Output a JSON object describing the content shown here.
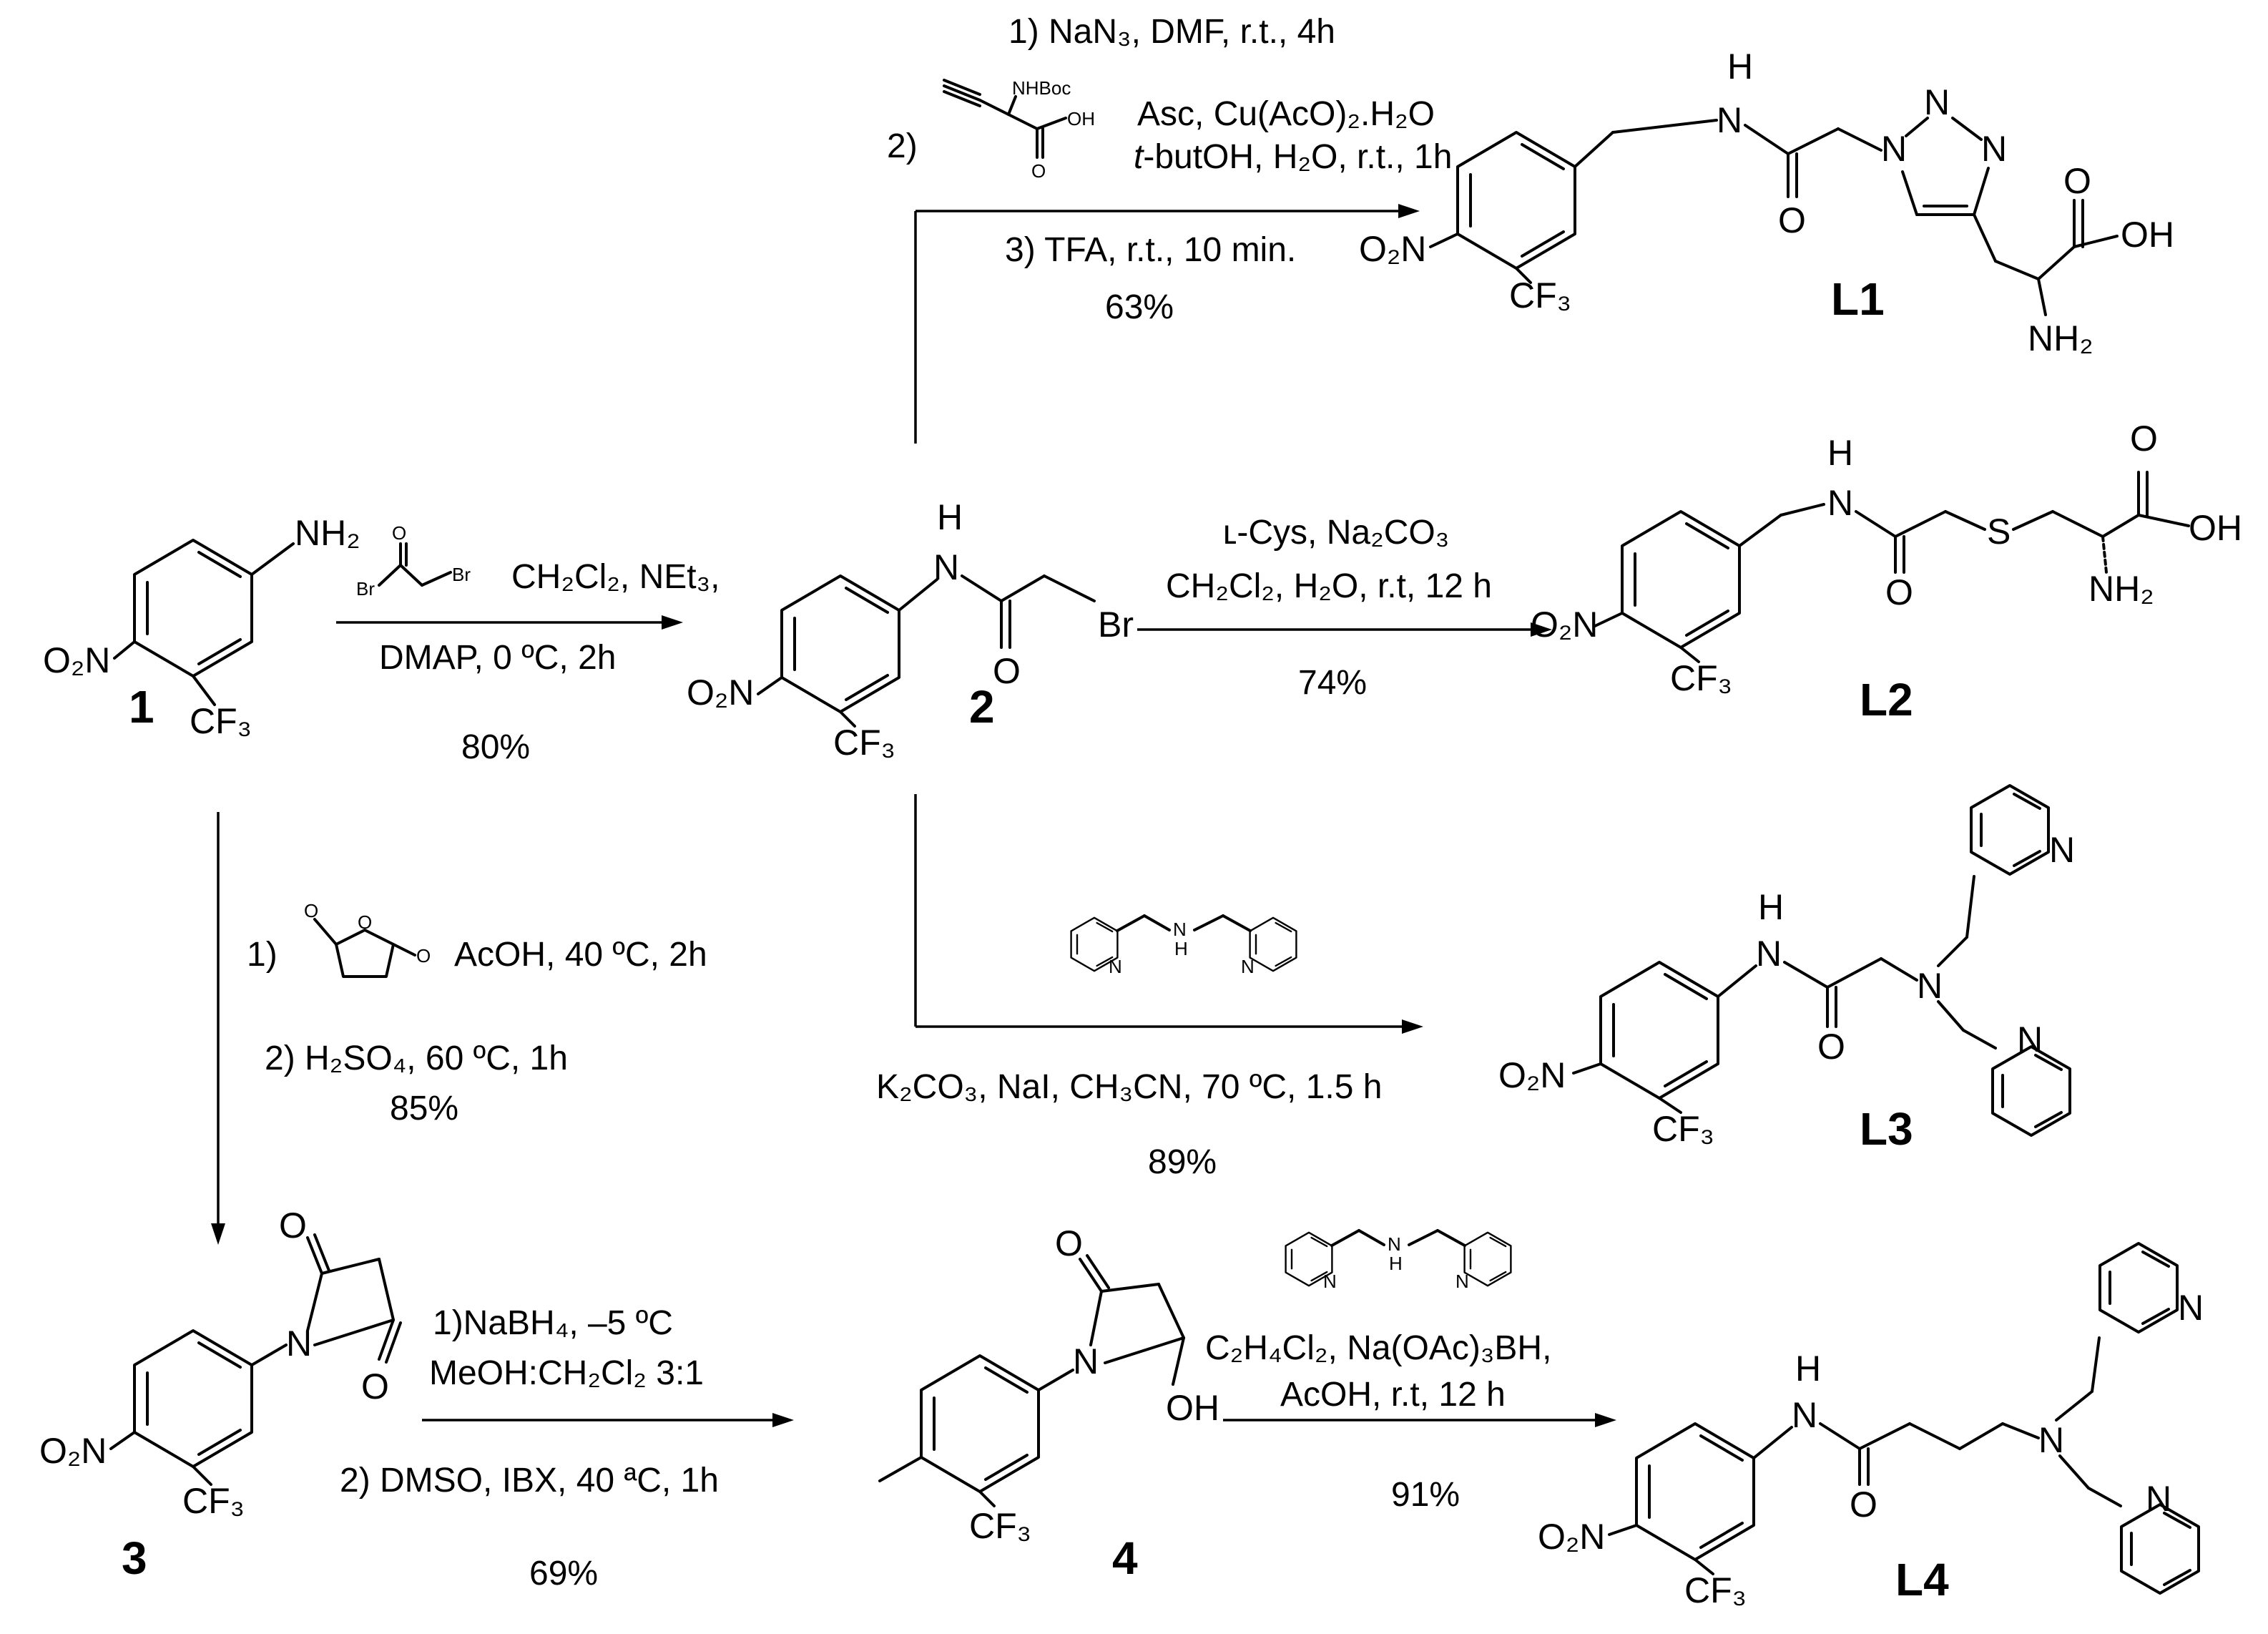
{
  "compounds": {
    "c1": {
      "label": "1",
      "nh2": "NH₂",
      "no2": "O₂N",
      "cf3": "CF₃"
    },
    "c2": {
      "label": "2",
      "nh": "H\nN",
      "br": "Br",
      "o": "O",
      "no2": "O₂N",
      "cf3": "CF₃"
    },
    "c3": {
      "label": "3",
      "n": "N",
      "o_top": "O",
      "o_bot": "O",
      "no2": "O₂N",
      "cf3": "CF₃"
    },
    "c4": {
      "label": "4",
      "n": "N",
      "o": "O",
      "oh": "OH",
      "cf3": "CF₃"
    },
    "L1": {
      "label": "L1",
      "h": "H",
      "n": "N",
      "o": "O",
      "no2": "O₂N",
      "cf3": "CF₃",
      "n1": "N",
      "n2": "N",
      "n3": "N",
      "acid_o": "O",
      "oh": "OH",
      "nh2": "NH₂"
    },
    "L2": {
      "label": "L2",
      "h": "H",
      "n": "N",
      "o": "O",
      "s": "S",
      "acid_o": "O",
      "oh": "OH",
      "nh2": "NH₂",
      "no2": "O₂N",
      "cf3": "CF₃"
    },
    "L3": {
      "label": "L3",
      "h": "H",
      "n": "N",
      "o": "O",
      "amine_n": "N",
      "py_n1": "N",
      "py_n2": "N",
      "no2": "O₂N",
      "cf3": "CF₃"
    },
    "L4": {
      "label": "L4",
      "h": "H",
      "n": "N",
      "o": "O",
      "amine_n": "N",
      "py_n1": "N",
      "py_n2": "N",
      "no2": "O₂N",
      "cf3": "CF₃"
    }
  },
  "reactions": {
    "r_1_to_2": {
      "reagent_br": "Br",
      "reagent_br2": "Br",
      "reagent_o": "O",
      "line1": "CH₂Cl₂, NEt₃,",
      "line2": "DMAP, 0 ºC, 2h",
      "yield": "80%"
    },
    "r_2_to_L1": {
      "line1": "1) NaN₃, DMF, r.t., 4h",
      "step2_num": "2)",
      "nhboc": "NHBoc",
      "oh": "OH",
      "o": "O",
      "line2": "Asc, Cu(AcO)₂.H₂O",
      "line3_italic": "t",
      "line3": "-butOH, H₂O, r.t., 1h",
      "line4": "3) TFA, r.t., 10 min.",
      "yield": "63%"
    },
    "r_2_to_L2": {
      "line1": "ʟ-Cys, Na₂CO₃",
      "line2": "CH₂Cl₂, H₂O, r.t, 12 h",
      "yield": "74%"
    },
    "r_2_to_L3": {
      "dpa_h": "H",
      "dpa_n": "N",
      "dpa_n1": "N",
      "dpa_n2": "N",
      "line1": "K₂CO₃, NaI, CH₃CN, 70 ºC, 1.5 h",
      "yield": "89%"
    },
    "r_1_to_3": {
      "step1_num": "1)",
      "anhydride_o": "O",
      "line1": "AcOH, 40 ºC, 2h",
      "line2": "2) H₂SO₄, 60 ºC, 1h",
      "yield": "85%"
    },
    "r_3_to_4": {
      "line1": "1)NaBH₄, –5 ºC",
      "line2": "MeOH:CH₂Cl₂ 3:1",
      "line3": "2) DMSO, IBX, 40 ªC, 1h",
      "yield": "69%"
    },
    "r_4_to_L4": {
      "dpa_h": "H",
      "dpa_n": "N",
      "dpa_n1": "N",
      "dpa_n2": "N",
      "line1": "C₂H₄Cl₂, Na(OAc)₃BH,",
      "line2": "AcOH, r.t, 12 h",
      "yield": "91%"
    }
  }
}
